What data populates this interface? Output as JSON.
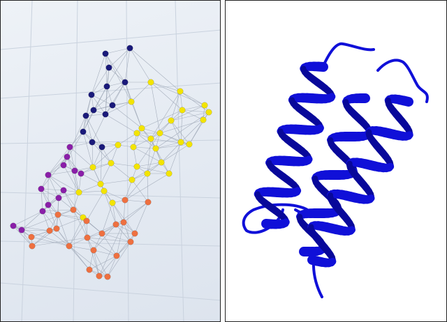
{
  "figure": {
    "left_panel": {
      "description_free": true,
      "node_groups": [
        {
          "name": "navy",
          "color": "#1a1a7a"
        },
        {
          "name": "purple",
          "color": "#8a1fa8"
        },
        {
          "name": "yellow",
          "color": "#f3e400"
        },
        {
          "name": "orange",
          "color": "#ee7040"
        }
      ],
      "edge_color": "#9aa3b3",
      "grid_color": "#c9d2de"
    },
    "right_panel": {
      "ribbon_color": "#1010d8",
      "ribbon_dark": "#08089a"
    }
  }
}
